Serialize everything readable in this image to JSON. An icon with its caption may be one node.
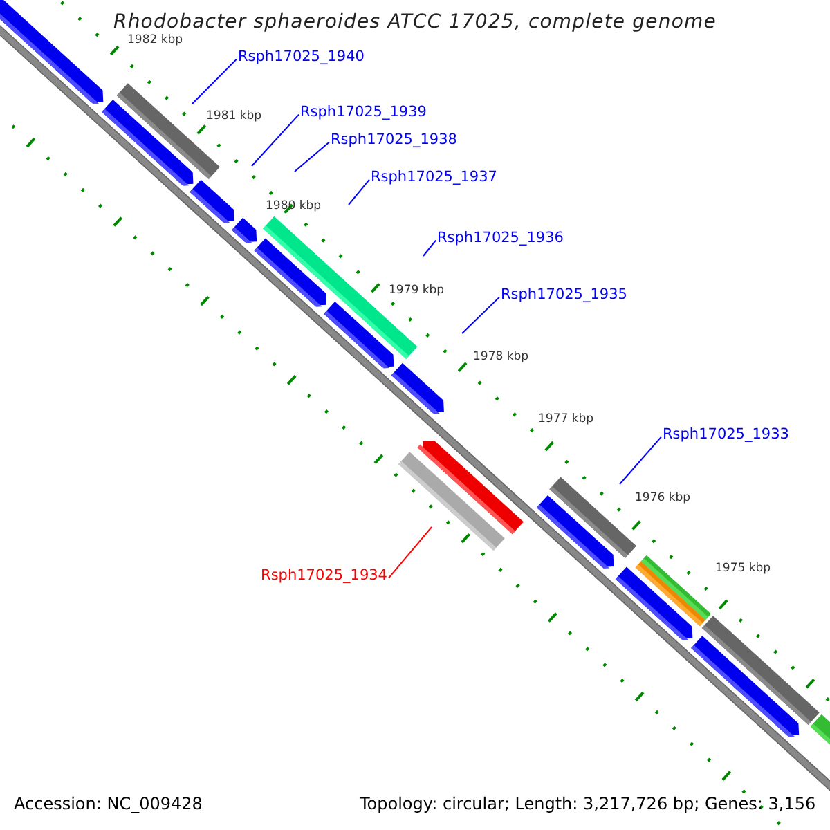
{
  "diagram": {
    "title": "Rhodobacter sphaeroides ATCC 17025, complete genome",
    "nodes": [
      {
        "text": [
          "Rsph17025_1940"
        ]
      },
      {
        "text": [
          "Rsph17025_1939"
        ]
      },
      {
        "text": [
          "Rsph17025_1938"
        ]
      },
      {
        "text": [
          "Rsph17025_1937"
        ]
      },
      {
        "text": [
          "Rsph17025_1936"
        ]
      },
      {
        "text": [
          "Rsph17025_1935"
        ]
      },
      {
        "text": [
          "Rsph17025_1933"
        ]
      },
      {
        "text": [
          "Rsph17025_1934"
        ]
      }
    ],
    "edges": [
      {
        "from": 0,
        "to": null,
        "arrow": "none"
      },
      {
        "from": 1,
        "to": null,
        "arrow": "none"
      },
      {
        "from": 2,
        "to": null,
        "arrow": "none"
      },
      {
        "from": 3,
        "to": null,
        "arrow": "none"
      },
      {
        "from": 4,
        "to": null,
        "arrow": "none"
      },
      {
        "from": 5,
        "to": null,
        "arrow": "none"
      },
      {
        "from": 6,
        "to": null,
        "arrow": "none"
      },
      {
        "from": 7,
        "to": null,
        "arrow": "none",
        "color": "#ff0000"
      }
    ],
    "labels": [
      "1982 kbp",
      "1981 kbp",
      "1980 kbp",
      "1979 kbp",
      "1978 kbp",
      "1977 kbp",
      "1976 kbp",
      "1975 kbp",
      "Accession: NC_009428",
      "Topology: circular; Length: 3,217,726 bp; Genes: 3,156"
    ]
  }
}
